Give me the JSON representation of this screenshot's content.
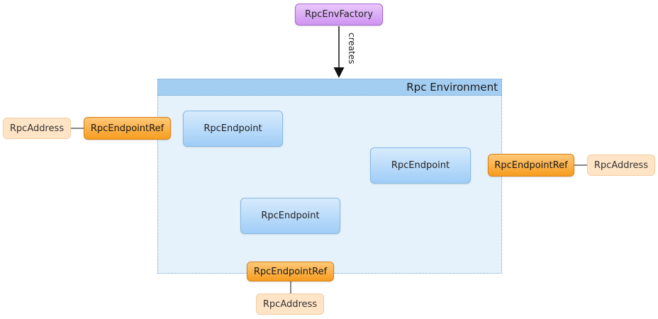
{
  "factory": {
    "label": "RpcEnvFactory"
  },
  "arrow": {
    "label": "creates"
  },
  "environment": {
    "title": "Rpc Environment"
  },
  "groups": [
    {
      "endpoint": "RpcEndpoint",
      "ref": "RpcEndpointRef",
      "address": "RpcAddress"
    },
    {
      "endpoint": "RpcEndpoint",
      "ref": "RpcEndpointRef",
      "address": "RpcAddress"
    },
    {
      "endpoint": "RpcEndpoint",
      "ref": "RpcEndpointRef",
      "address": "RpcAddress"
    }
  ],
  "colors": {
    "factory": "#cf94f1",
    "environment": "#e6f2fb",
    "environment_header": "#a3cdf1",
    "endpoint": "#9fcdf7",
    "endpoint_ref": "#f79d1f",
    "address": "#ffe4c6"
  }
}
